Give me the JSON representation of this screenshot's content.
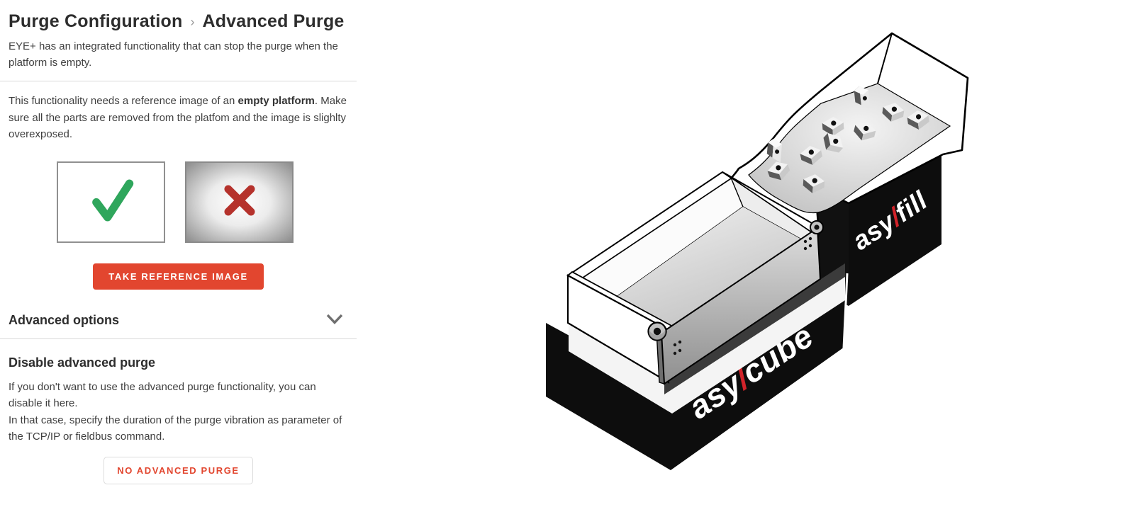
{
  "breadcrumb": {
    "parent": "Purge Configuration",
    "separator": "›",
    "current": "Advanced Purge"
  },
  "intro": "EYE+ has an integrated functionality that can stop the purge when the platform is empty.",
  "reference": {
    "text_before": "This functionality needs a reference image of an ",
    "bold_text": "empty platform",
    "text_after": ". Make sure all the parts are removed from the platfom and the image is slighlty overexposed.",
    "take_button": "TAKE REFERENCE IMAGE"
  },
  "advanced_options": {
    "label": "Advanced options"
  },
  "disable": {
    "heading": "Disable advanced purge",
    "line1": "If you don't want to use the advanced purge functionality, you can disable it here.",
    "line2": "In that case, specify the duration of the purge vibration as parameter of the TCP/IP or fieldbus command.",
    "button": "NO ADVANCED PURGE"
  },
  "illustration": {
    "brand_fill": {
      "prefix": "asy",
      "slash": "/",
      "suffix": "fill"
    },
    "brand_cube": {
      "prefix": "asy",
      "slash": "/",
      "suffix": "cube"
    }
  },
  "colors": {
    "accent_red": "#e2462f",
    "check_green": "#2fa65c",
    "cross_red": "#b5322c",
    "brand_slash_red": "#d2232a",
    "heading_text": "#2d2d2d",
    "body_text": "#3f3f3f",
    "divider": "#d9d9d9",
    "chevron_gray": "#6f6f6f"
  }
}
